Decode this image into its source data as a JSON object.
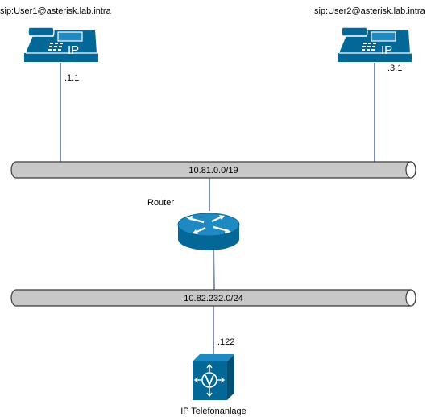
{
  "colors": {
    "link": "#7f90b0",
    "bus_fill": "#c8c8c8",
    "bus_stroke": "#3a3a3a",
    "cisco_blue": "#036897",
    "cisco_blue_light": "#1f8ac1",
    "icon_line": "#ffffff"
  },
  "phones": [
    {
      "sip_label": "sip:User1@asterisk.lab.intra",
      "ip_suffix": ".1.1",
      "icon_text": "IP",
      "icon": "ip-phone-icon"
    },
    {
      "sip_label": "sip:User2@asterisk.lab.intra",
      "ip_suffix": ".3.1",
      "icon_text": "IP",
      "icon": "ip-phone-icon"
    }
  ],
  "networks": [
    {
      "subnet": "10.81.0.0/19"
    },
    {
      "subnet": "10.82.232.0/24"
    }
  ],
  "router": {
    "label": "Router",
    "icon": "router-icon"
  },
  "pbx": {
    "label": "IP Telefonanlage",
    "ip_suffix": ".122",
    "icon": "voice-gateway-icon"
  }
}
